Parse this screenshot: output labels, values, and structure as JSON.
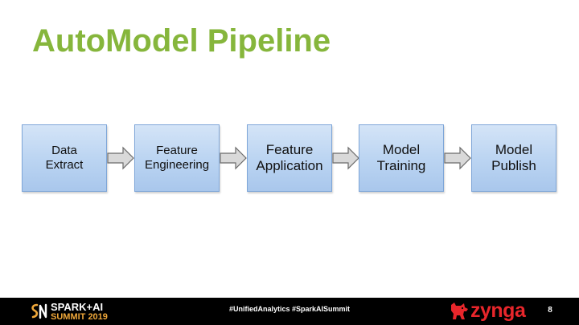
{
  "slide": {
    "title": "AutoModel Pipeline",
    "page_number": "8"
  },
  "pipeline": {
    "stages": [
      {
        "label": "Data\nExtract"
      },
      {
        "label": "Feature\nEngineering"
      },
      {
        "label": "Feature\nApplication"
      },
      {
        "label": "Model\nTraining"
      },
      {
        "label": "Model\nPublish"
      }
    ]
  },
  "footer": {
    "event_line1": "SPARK+AI",
    "event_line2": "SUMMIT 2019",
    "hashtags": "#UnifiedAnalytics #SparkAISummit",
    "company": "zynga"
  },
  "colors": {
    "title": "#86b63c",
    "box_fill": "#bcd5f2",
    "box_border": "#7ea6d8",
    "arrow_fill": "#d9d9d9",
    "footer_bg": "#000000",
    "event_accent": "#f0a83a",
    "brand_red": "#e8262b"
  },
  "icons": {
    "arrow": "right-arrow-icon",
    "event_logo": "spark-ai-summit-logo",
    "brand_logo": "zynga-dog-icon"
  }
}
